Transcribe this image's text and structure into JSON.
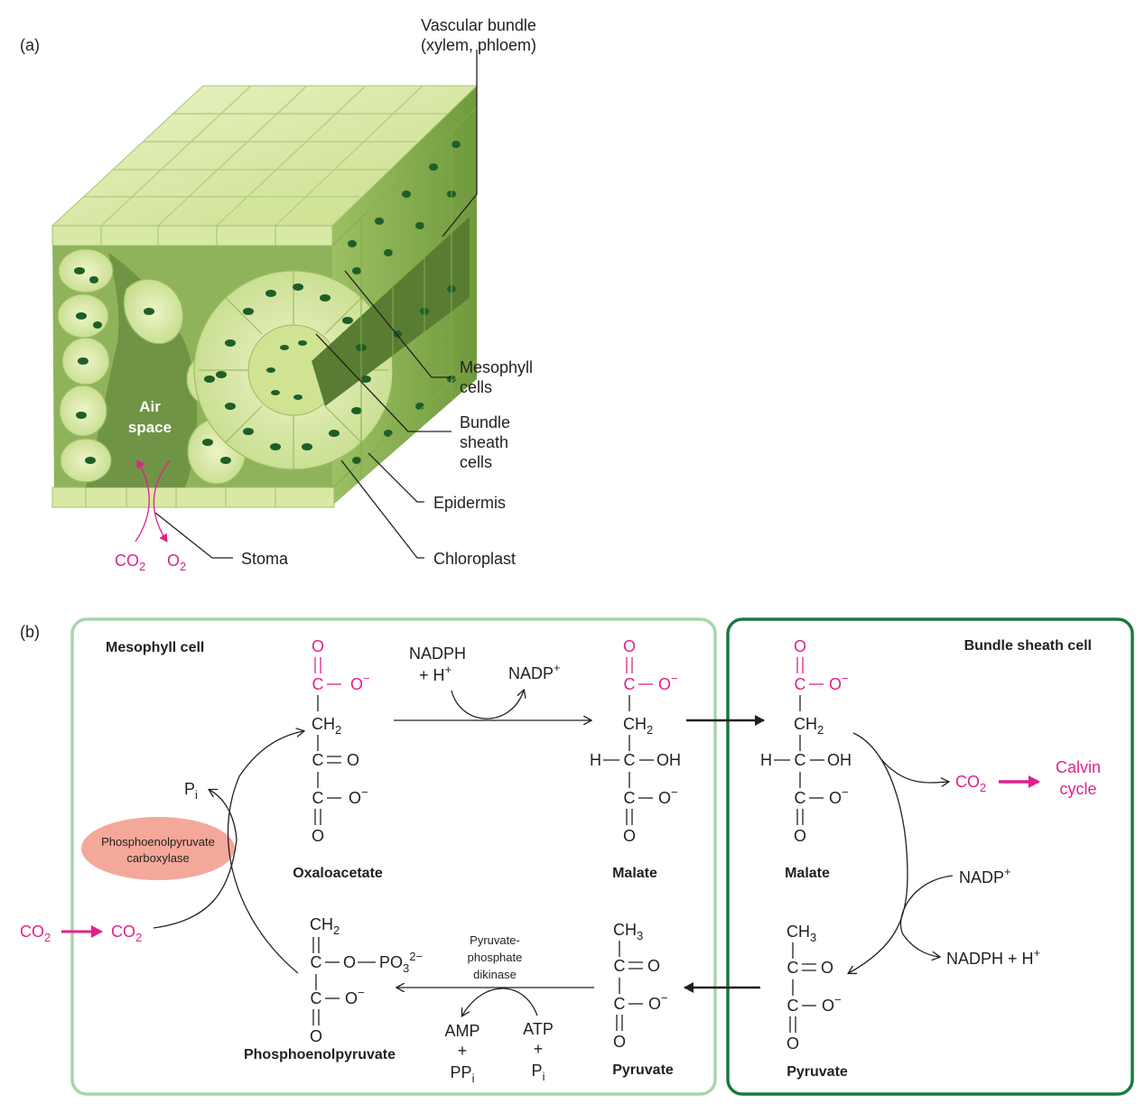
{
  "panel_a": {
    "label": "(a)",
    "vascular_bundle": [
      "Vascular bundle",
      "(xylem, phloem)"
    ],
    "mesophyll": [
      "Mesophyll",
      "cells"
    ],
    "bundle_sheath": [
      "Bundle",
      "sheath",
      "cells"
    ],
    "epidermis": "Epidermis",
    "chloroplast": "Chloroplast",
    "stoma": "Stoma",
    "air_space": [
      "Air",
      "space"
    ],
    "co2": "CO",
    "o2": "O",
    "sub2": "2"
  },
  "panel_b": {
    "label": "(b)",
    "mesophyll_cell": "Mesophyll cell",
    "bundle_sheath_cell": "Bundle sheath cell",
    "oxaloacetate": "Oxaloacetate",
    "malate": "Malate",
    "pyruvate": "Pyruvate",
    "pep": "Phosphoenolpyruvate",
    "enzyme": [
      "Phosphoenolpyruvate",
      "carboxylase"
    ],
    "dikinase": [
      "Pyruvate-",
      "phosphate",
      "dikinase"
    ],
    "nadph": "NADPH",
    "plus_h": "+ H",
    "nadp": "NADP",
    "nadph_h": "NADPH + H",
    "calvin": [
      "Calvin",
      "cycle"
    ],
    "amp": "AMP",
    "ppi": "PP",
    "atp": "ATP",
    "pi": "P",
    "plus": "+",
    "co2": "CO",
    "sub2": "2",
    "sub_i": "i",
    "sup_plus": "+",
    "sup_minus": "−",
    "sup_2minus": "2−",
    "sub3": "3",
    "atom_c": "C",
    "atom_o": "O",
    "atom_h": "H",
    "oxide": "O",
    "group_ch2": "CH",
    "group_ch3": "CH",
    "group_oh": "OH",
    "group_po3": "PO"
  },
  "colors": {
    "accent": "#e0218a",
    "mesophyll_border": "#a8d5a8",
    "bundle_border": "#1a7a3c",
    "enzyme_fill": "#f4a89a",
    "leaf_light": "#d6e8a2",
    "leaf_dark": "#7fa646",
    "chloroplast": "#1f5e2a"
  }
}
